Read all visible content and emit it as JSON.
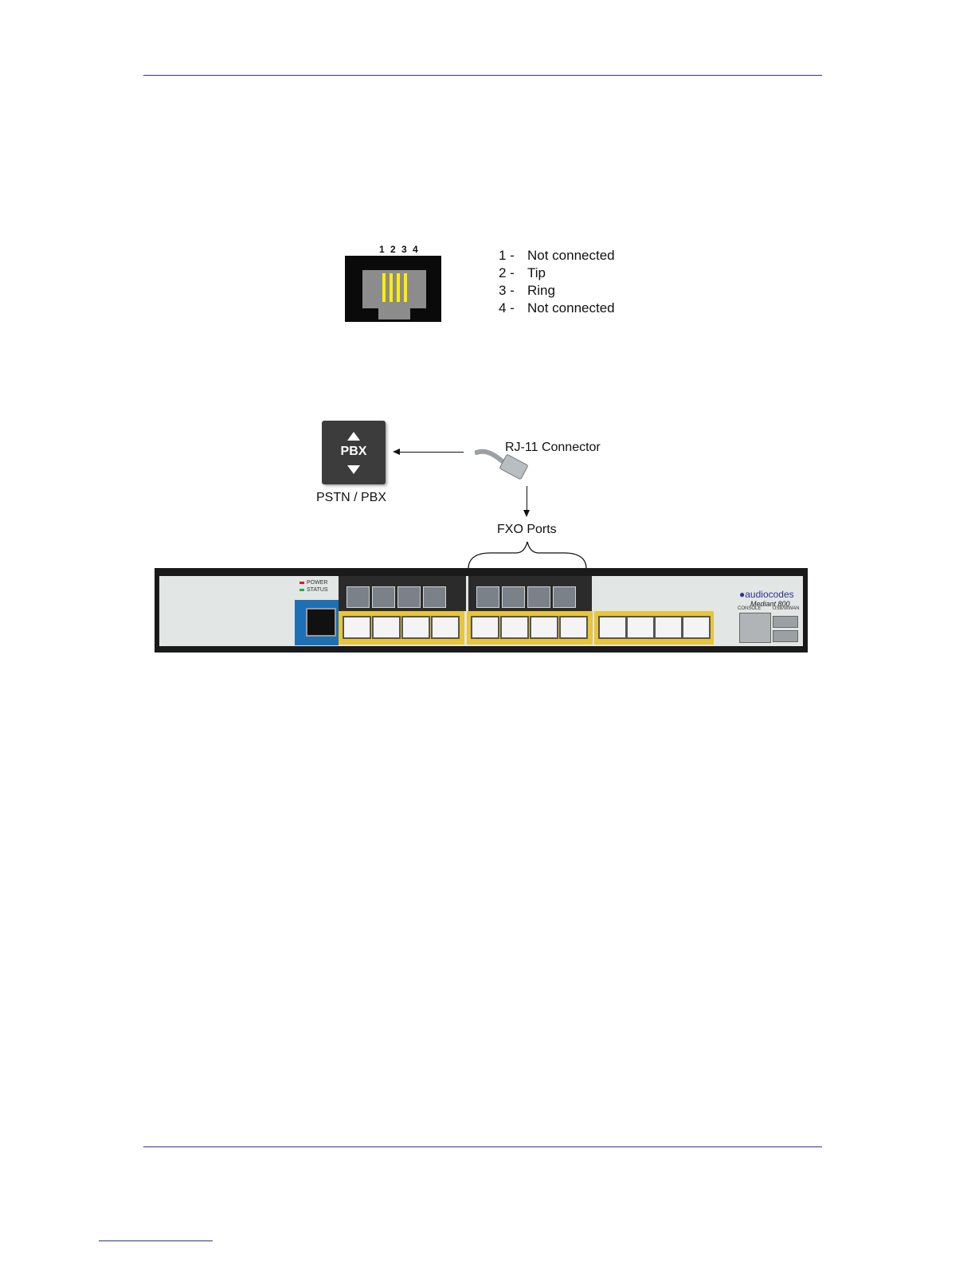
{
  "pinout": {
    "header": "1 2 3 4",
    "pins": [
      {
        "no": "1 -",
        "label": "Not connected"
      },
      {
        "no": "2 -",
        "label": "Tip"
      },
      {
        "no": "3 -",
        "label": "Ring"
      },
      {
        "no": "4 -",
        "label": "Not connected"
      }
    ]
  },
  "connection": {
    "pbx_icon_text": "PBX",
    "pstn_label": "PSTN / PBX",
    "connector_label": "RJ-11 Connector",
    "ports_label": "FXO Ports"
  },
  "device": {
    "led_power": "POWER",
    "led_status": "STATUS",
    "brand": "audiocodes",
    "model": "Mediant 800",
    "console_label": "CONSOLE",
    "usb_label": "USB/WWAN",
    "colors": {
      "accent": "#2e3192",
      "led_power": "#d42020",
      "led_status": "#20b040",
      "yellow": "#e8c53a",
      "wan_blue": "#1f6fb5"
    }
  }
}
